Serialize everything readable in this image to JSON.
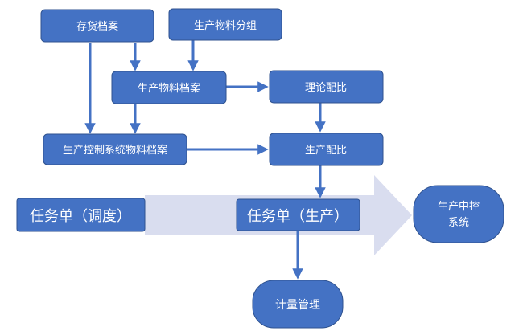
{
  "nodes": {
    "inventory_file": "存货档案",
    "material_group": "生产物料分组",
    "material_file": "生产物料档案",
    "theory_ratio": "理论配比",
    "control_material_file": "生产控制系统物料档案",
    "production_ratio": "生产配比",
    "task_dispatch": "任务单（调度）",
    "task_production": "任务单（生产）",
    "central_control_line1": "生产中控",
    "central_control_line2": "系统",
    "metering": "计量管理"
  },
  "colors": {
    "box_fill": "#4472C4",
    "box_border": "#2F528F",
    "arrow": "#4472C4",
    "big_arrow": "#D9DDEF",
    "text": "#ffffff"
  }
}
